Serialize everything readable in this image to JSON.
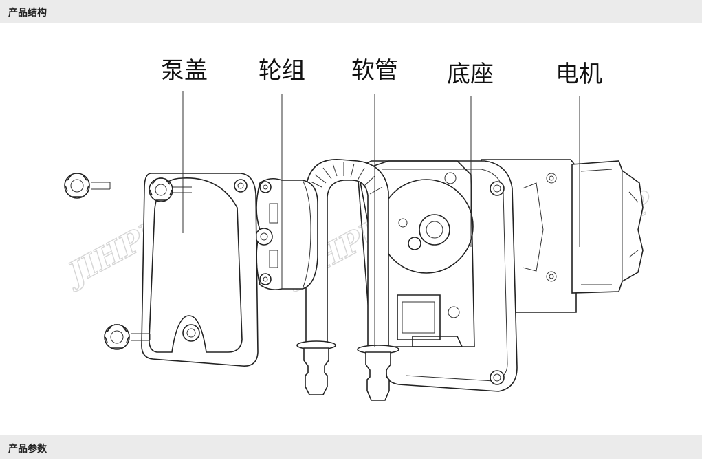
{
  "sections": {
    "structure_title": "产品结构",
    "params_title": "产品参数"
  },
  "diagram": {
    "callouts": {
      "cover": "泵盖",
      "roller": "轮组",
      "tube": "软管",
      "base": "底座",
      "motor": "电机"
    },
    "watermark": "JIHPUMP"
  }
}
